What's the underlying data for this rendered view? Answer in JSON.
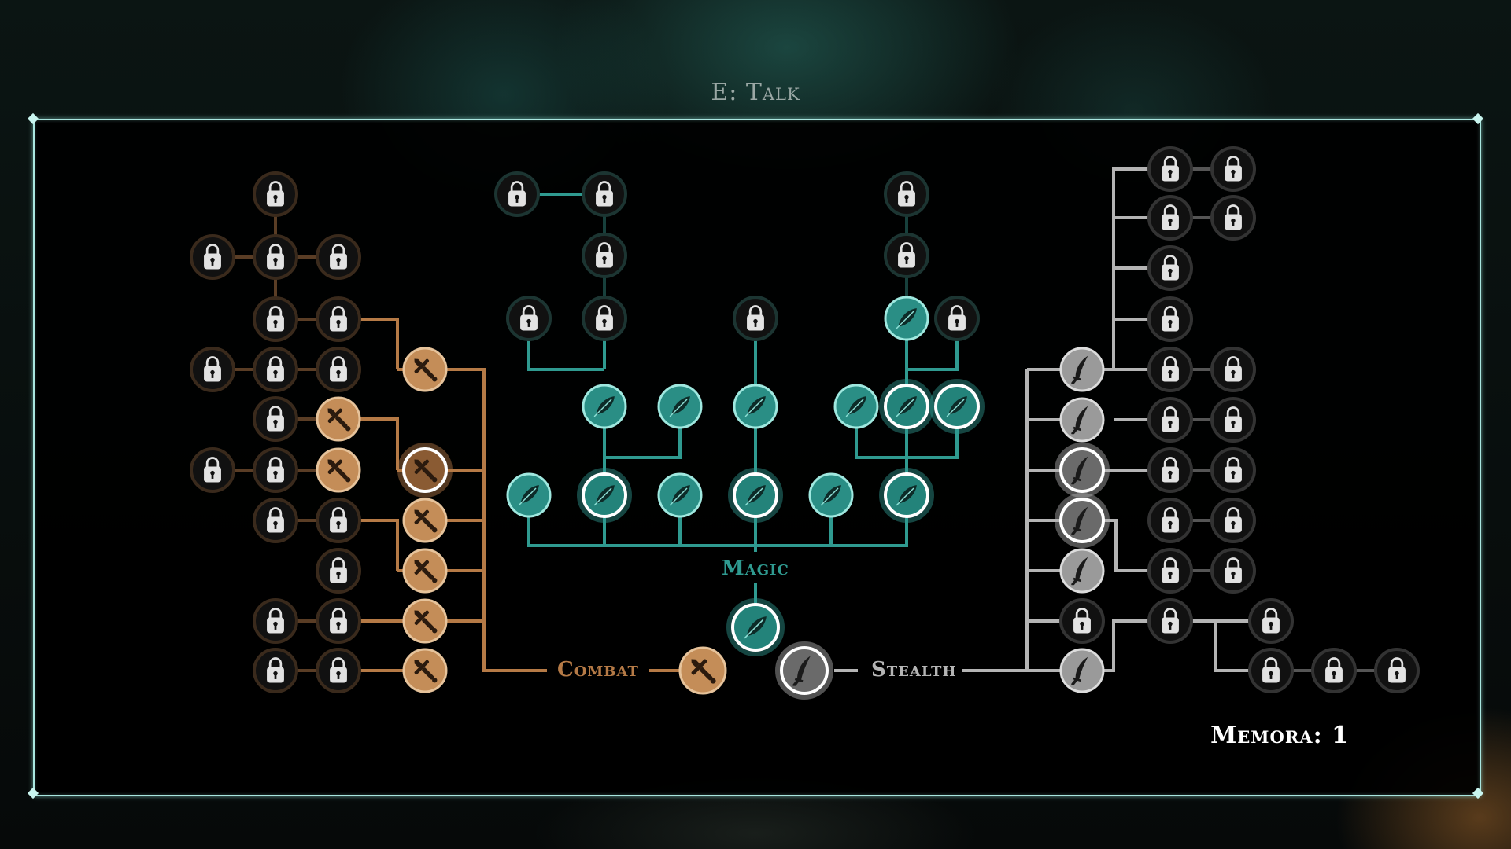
{
  "prompt": {
    "key": "E",
    "action": "Talk",
    "text": "E: Talk"
  },
  "currency": {
    "label": "Memora",
    "value": 1,
    "text": "Memora: 1"
  },
  "colors": {
    "combat": "#b57a46",
    "magic": "#2f9a90",
    "stealth": "#b4b4b4",
    "locked": "#d8d8d8",
    "frame": "#a9e6df"
  },
  "branches": {
    "combat": {
      "label": "Combat",
      "icon": "sword-icon"
    },
    "magic": {
      "label": "Magic",
      "icon": "feather-quill-icon"
    },
    "stealth": {
      "label": "Stealth",
      "icon": "dagger-blade-icon"
    }
  },
  "legend_icons": {
    "locked": "padlock-icon"
  }
}
